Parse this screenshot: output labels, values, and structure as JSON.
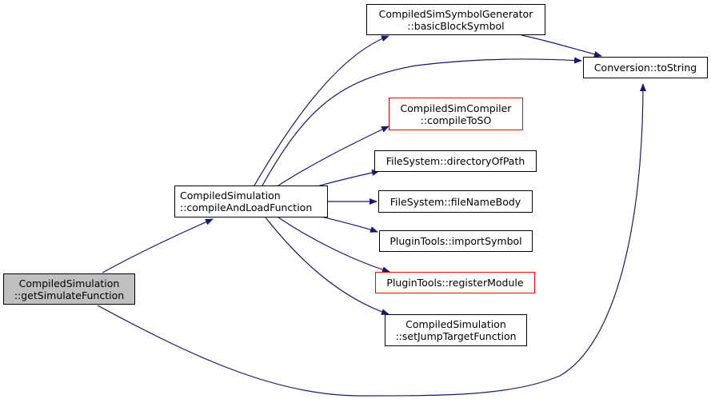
{
  "graph": {
    "edge_color": "#191970",
    "nodes": {
      "getSimulateFunction": {
        "line1": "CompiledSimulation",
        "line2": "::getSimulateFunction"
      },
      "compileAndLoadFunction": {
        "line1": "CompiledSimulation",
        "line2": "::compileAndLoadFunction"
      },
      "basicBlockSymbol": {
        "line1": "CompiledSimSymbolGenerator",
        "line2": "::basicBlockSymbol"
      },
      "toString": {
        "line1": "Conversion::toString"
      },
      "compileToSO": {
        "line1": "CompiledSimCompiler",
        "line2": "::compileToSO"
      },
      "directoryOfPath": {
        "line1": "FileSystem::directoryOfPath"
      },
      "fileNameBody": {
        "line1": "FileSystem::fileNameBody"
      },
      "importSymbol": {
        "line1": "PluginTools::importSymbol"
      },
      "registerModule": {
        "line1": "PluginTools::registerModule"
      },
      "setJumpTargetFunction": {
        "line1": "CompiledSimulation",
        "line2": "::setJumpTargetFunction"
      }
    },
    "edges": [
      {
        "from": "getSimulateFunction",
        "to": "compileAndLoadFunction"
      },
      {
        "from": "getSimulateFunction",
        "to": "toString"
      },
      {
        "from": "compileAndLoadFunction",
        "to": "basicBlockSymbol"
      },
      {
        "from": "compileAndLoadFunction",
        "to": "toString"
      },
      {
        "from": "compileAndLoadFunction",
        "to": "compileToSO"
      },
      {
        "from": "compileAndLoadFunction",
        "to": "directoryOfPath"
      },
      {
        "from": "compileAndLoadFunction",
        "to": "fileNameBody"
      },
      {
        "from": "compileAndLoadFunction",
        "to": "importSymbol"
      },
      {
        "from": "compileAndLoadFunction",
        "to": "registerModule"
      },
      {
        "from": "compileAndLoadFunction",
        "to": "setJumpTargetFunction"
      },
      {
        "from": "basicBlockSymbol",
        "to": "toString"
      }
    ]
  }
}
